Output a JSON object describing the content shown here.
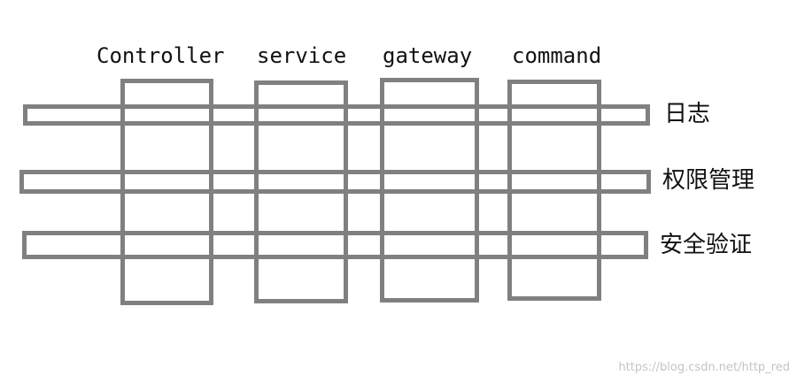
{
  "columns": [
    {
      "label": "Controller"
    },
    {
      "label": "service"
    },
    {
      "label": "gateway"
    },
    {
      "label": "command"
    }
  ],
  "rows": [
    {
      "label": "日志"
    },
    {
      "label": "权限管理"
    },
    {
      "label": "安全验证"
    }
  ],
  "watermark": "https://blog.csdn.net/http_red",
  "colors": {
    "stroke": "#808080",
    "text": "#111111",
    "watermark": "#c4c4c4"
  }
}
